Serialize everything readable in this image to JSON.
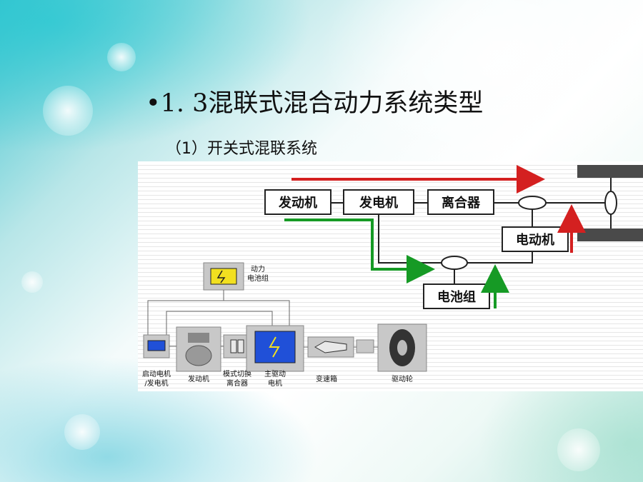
{
  "slide": {
    "title": "•1. 3混联式混合动力系统类型",
    "subtitle": "（1）开关式混联系统"
  },
  "diagram": {
    "blocks": {
      "engine": "发动机",
      "generator": "发电机",
      "clutch": "离合器",
      "motor": "电动机",
      "battery": "电池组"
    },
    "components": {
      "battery_pack": "动力\n电池组",
      "starter_generator": "启动电机\n/发电机",
      "engine": "发动机",
      "mode_clutch": "模式切换\n离合器",
      "main_motor": "主驱动\n电机",
      "gearbox": "变速箱",
      "drive_wheel": "驱动轮"
    },
    "colors": {
      "mechanical_flow": "#d42020",
      "electrical_flow": "#169a25",
      "device_fill": "#c8c8c8",
      "battery_icon": "#2050d8",
      "accent_yellow": "#f2e020"
    }
  }
}
